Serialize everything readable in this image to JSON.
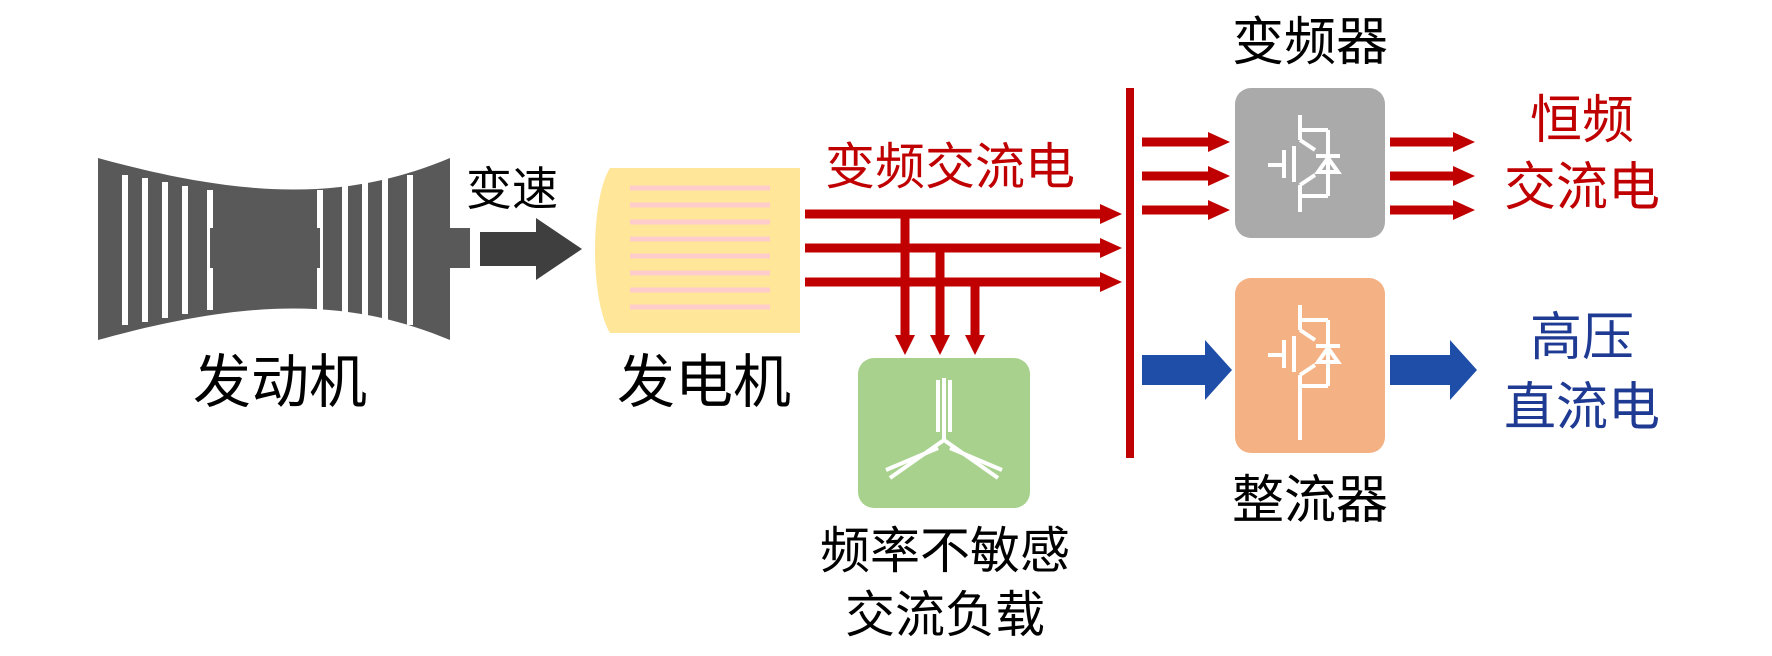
{
  "labels": {
    "engine": "发动机",
    "variable_speed": "变速",
    "generator": "发电机",
    "variable_freq_ac": "变频交流电",
    "frequency_converter": "变频器",
    "constant_freq_ac_1": "恒频",
    "constant_freq_ac_2": "交流电",
    "load_1": "频率不敏感",
    "load_2": "交流负载",
    "rectifier": "整流器",
    "hvdc_1": "高压",
    "hvdc_2": "直流电"
  },
  "colors": {
    "engine": "#595959",
    "generator_body": "#FFE699",
    "generator_stripes": "#FFCCCC",
    "ac_arrow": "#C00000",
    "dc_arrow": "#1F4EA8",
    "converter_box": "#AAAAAA",
    "rectifier_box": "#F4B183",
    "load_box": "#A9D18E",
    "ac_text": "#C00000",
    "dc_text": "#1F3A93",
    "black_text": "#000000"
  }
}
